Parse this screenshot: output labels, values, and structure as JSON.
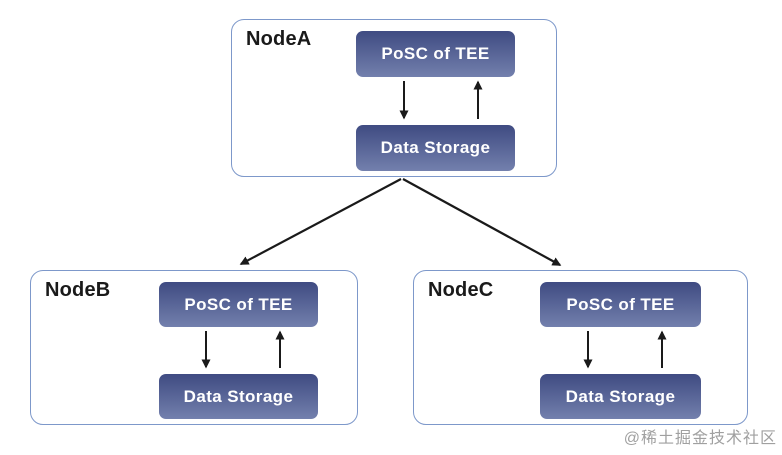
{
  "diagram": {
    "nodes": [
      {
        "title": "NodeA",
        "blocks": [
          "PoSC of TEE",
          "Data Storage"
        ],
        "internal_flow": "PoSC of TEE ⇄ Data Storage"
      },
      {
        "title": "NodeB",
        "blocks": [
          "PoSC of TEE",
          "Data Storage"
        ],
        "internal_flow": "PoSC of TEE ⇄ Data Storage"
      },
      {
        "title": "NodeC",
        "blocks": [
          "PoSC of TEE",
          "Data Storage"
        ],
        "internal_flow": "PoSC of TEE ⇄ Data Storage"
      }
    ],
    "edges": [
      {
        "from": "NodeA",
        "to": "NodeB"
      },
      {
        "from": "NodeA",
        "to": "NodeC"
      }
    ]
  },
  "watermark": "@稀土掘金技术社区",
  "colors": {
    "box_gradient_top": "#3f4b82",
    "box_gradient_bottom": "#7380ad",
    "container_border": "#7d98ca",
    "arrow": "#1a1a1a",
    "box_text": "#ffffff",
    "title_text": "#1a1a1a",
    "watermark_text": "#a0a0a0",
    "page_bg": "#ffffff"
  }
}
